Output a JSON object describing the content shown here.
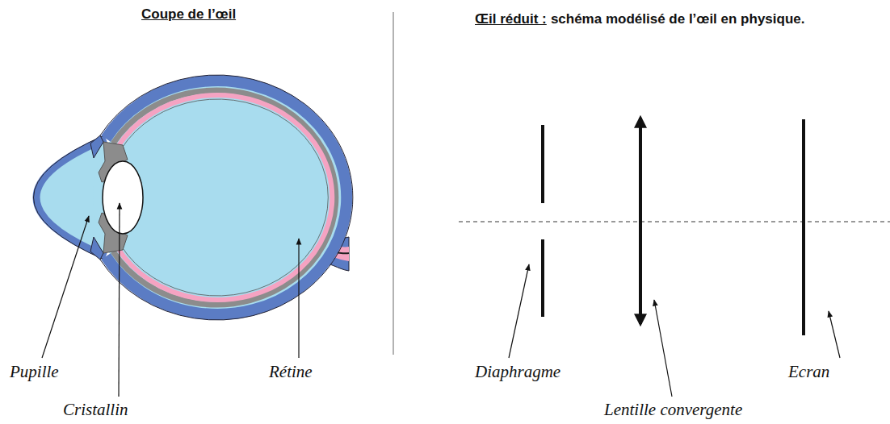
{
  "diagram": {
    "labels": [
      "Coupe de l’œil",
      "Œil réduit :",
      "schéma modélisé de l’œil en physique.",
      "Pupille",
      "Cristallin",
      "Rétine",
      "Diaphragme",
      "Lentille convergente",
      "Ecran"
    ]
  }
}
